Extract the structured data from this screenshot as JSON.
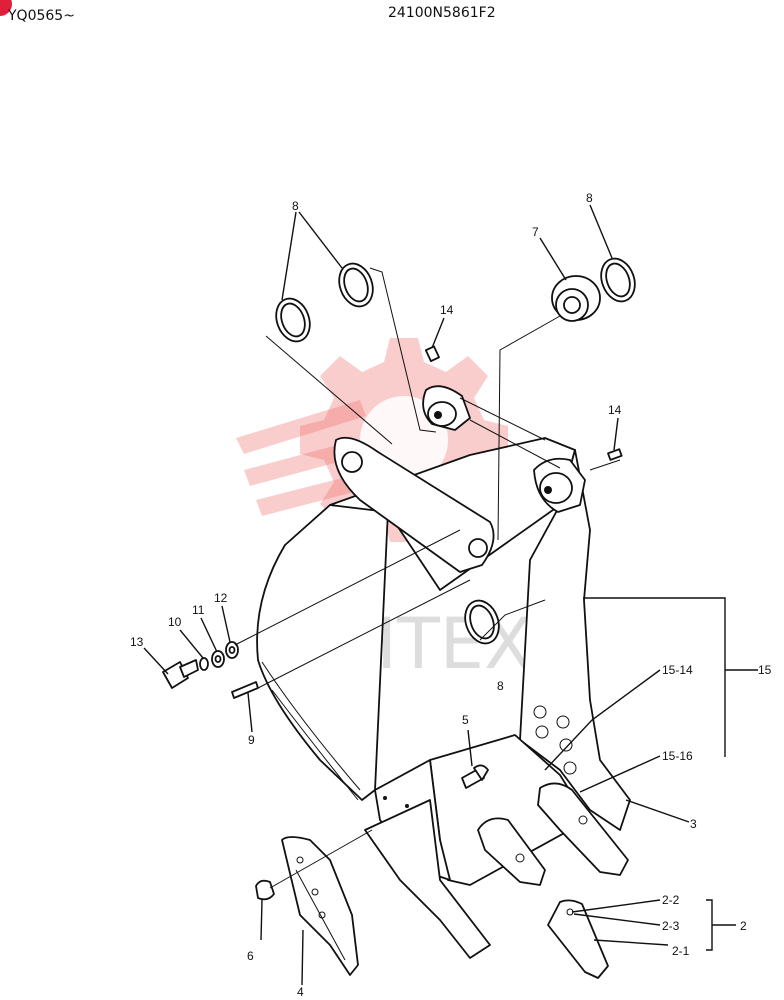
{
  "header": {
    "serial_range": "YQ0565~",
    "drawing_number": "24100N5861F2"
  },
  "watermark": {
    "text": "ИНТЕХ",
    "color": "#f07070"
  },
  "colors": {
    "badge": "#e0203a",
    "ink": "#111111"
  },
  "callouts": [
    {
      "id": "c8a",
      "label": "8"
    },
    {
      "id": "c8b",
      "label": "8"
    },
    {
      "id": "c8c",
      "label": "8"
    },
    {
      "id": "c7",
      "label": "7"
    },
    {
      "id": "c14a",
      "label": "14"
    },
    {
      "id": "c14b",
      "label": "14"
    },
    {
      "id": "c15",
      "label": "15"
    },
    {
      "id": "c15_14",
      "label": "15-14"
    },
    {
      "id": "c15_16",
      "label": "15-16"
    },
    {
      "id": "c13",
      "label": "13"
    },
    {
      "id": "c10",
      "label": "10"
    },
    {
      "id": "c11",
      "label": "11"
    },
    {
      "id": "c12",
      "label": "12"
    },
    {
      "id": "c9",
      "label": "9"
    },
    {
      "id": "c5",
      "label": "5"
    },
    {
      "id": "c3",
      "label": "3"
    },
    {
      "id": "c6",
      "label": "6"
    },
    {
      "id": "c4",
      "label": "4"
    },
    {
      "id": "c2",
      "label": "2"
    },
    {
      "id": "c2_1",
      "label": "2-1"
    },
    {
      "id": "c2_2",
      "label": "2-2"
    },
    {
      "id": "c2_3",
      "label": "2-3"
    }
  ]
}
